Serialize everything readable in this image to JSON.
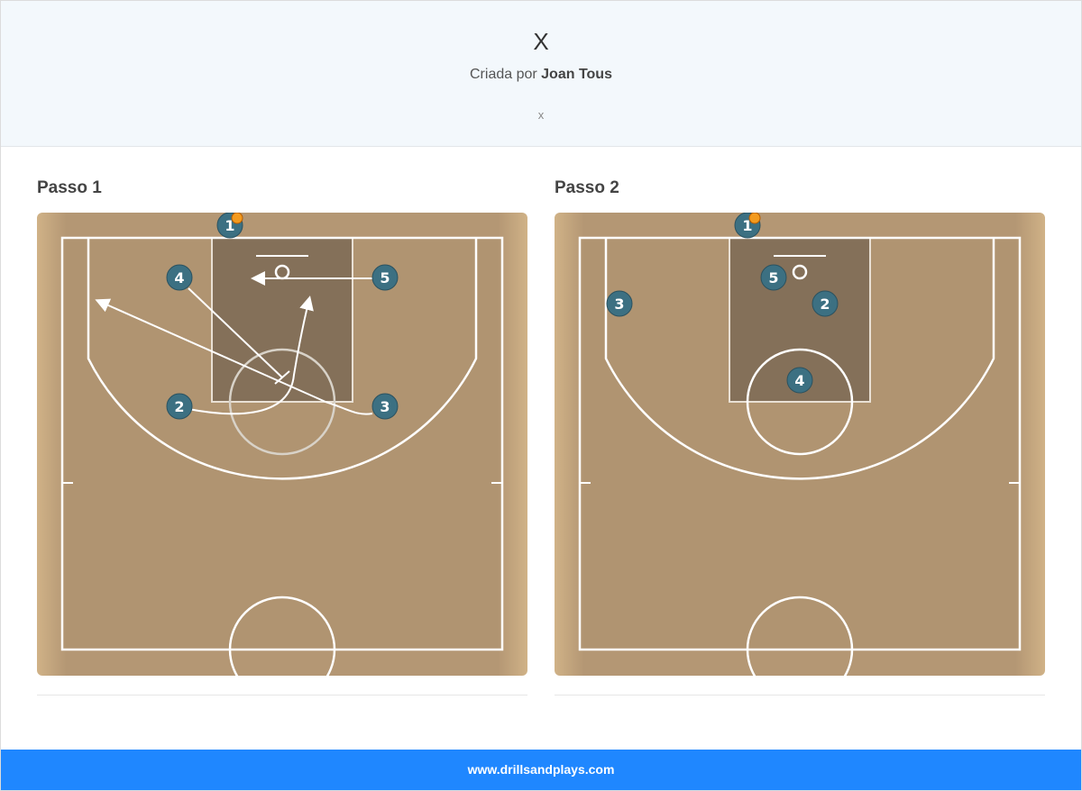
{
  "header": {
    "title": "X",
    "created_by_prefix": "Criada por",
    "author": "Joan Tous",
    "description": "x"
  },
  "steps": [
    {
      "label": "Passo 1",
      "players": [
        {
          "num": "1",
          "ball": true
        },
        {
          "num": "4"
        },
        {
          "num": "5"
        },
        {
          "num": "2"
        },
        {
          "num": "3"
        }
      ],
      "actions": [
        {
          "type": "pass",
          "from": "5",
          "note": "pass toward basket area"
        },
        {
          "type": "screen",
          "from": "4"
        },
        {
          "type": "cut",
          "from": "3"
        },
        {
          "type": "cut",
          "from": "2"
        }
      ]
    },
    {
      "label": "Passo 2",
      "players": [
        {
          "num": "1",
          "ball": true
        },
        {
          "num": "5"
        },
        {
          "num": "2"
        },
        {
          "num": "3"
        },
        {
          "num": "4"
        }
      ],
      "actions": []
    }
  ],
  "footer": {
    "site": "www.drillsandplays.com"
  },
  "colors": {
    "header_bg": "#f3f8fc",
    "footer_bg": "#1f87ff",
    "player_fill": "#3c7082",
    "court_wood": "#c2a17a",
    "paint": "#7d6a55"
  }
}
